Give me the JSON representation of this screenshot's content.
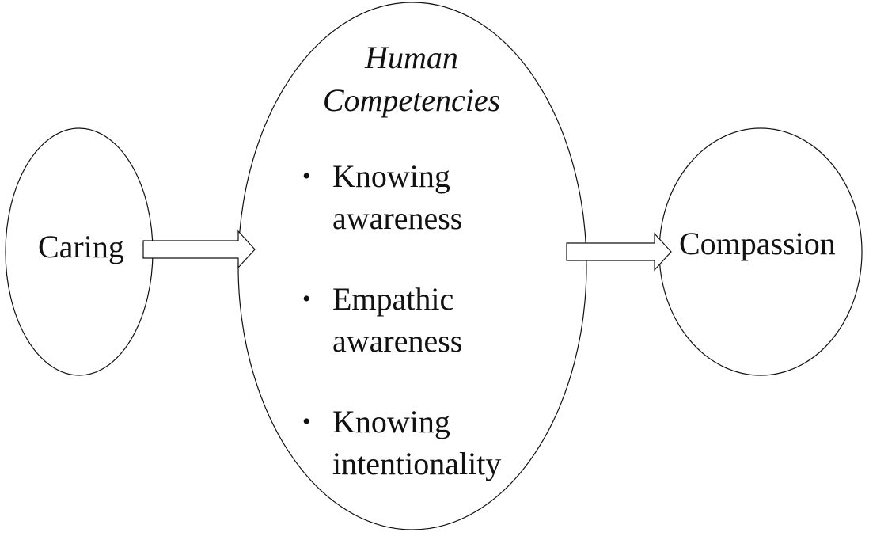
{
  "left_node": {
    "label": "Caring"
  },
  "center_node": {
    "title_line1": "Human",
    "title_line2": "Competencies",
    "items": [
      {
        "line1": "Knowing",
        "line2": "awareness"
      },
      {
        "line1": "Empathic",
        "line2": "awareness"
      },
      {
        "line1": "Knowing",
        "line2": "intentionality"
      }
    ]
  },
  "right_node": {
    "label": "Compassion"
  },
  "colors": {
    "stroke": "#111111",
    "fill": "#ffffff"
  },
  "icons": {
    "bullet": "bullet-dot-icon",
    "arrow": "block-arrow-right-icon"
  }
}
